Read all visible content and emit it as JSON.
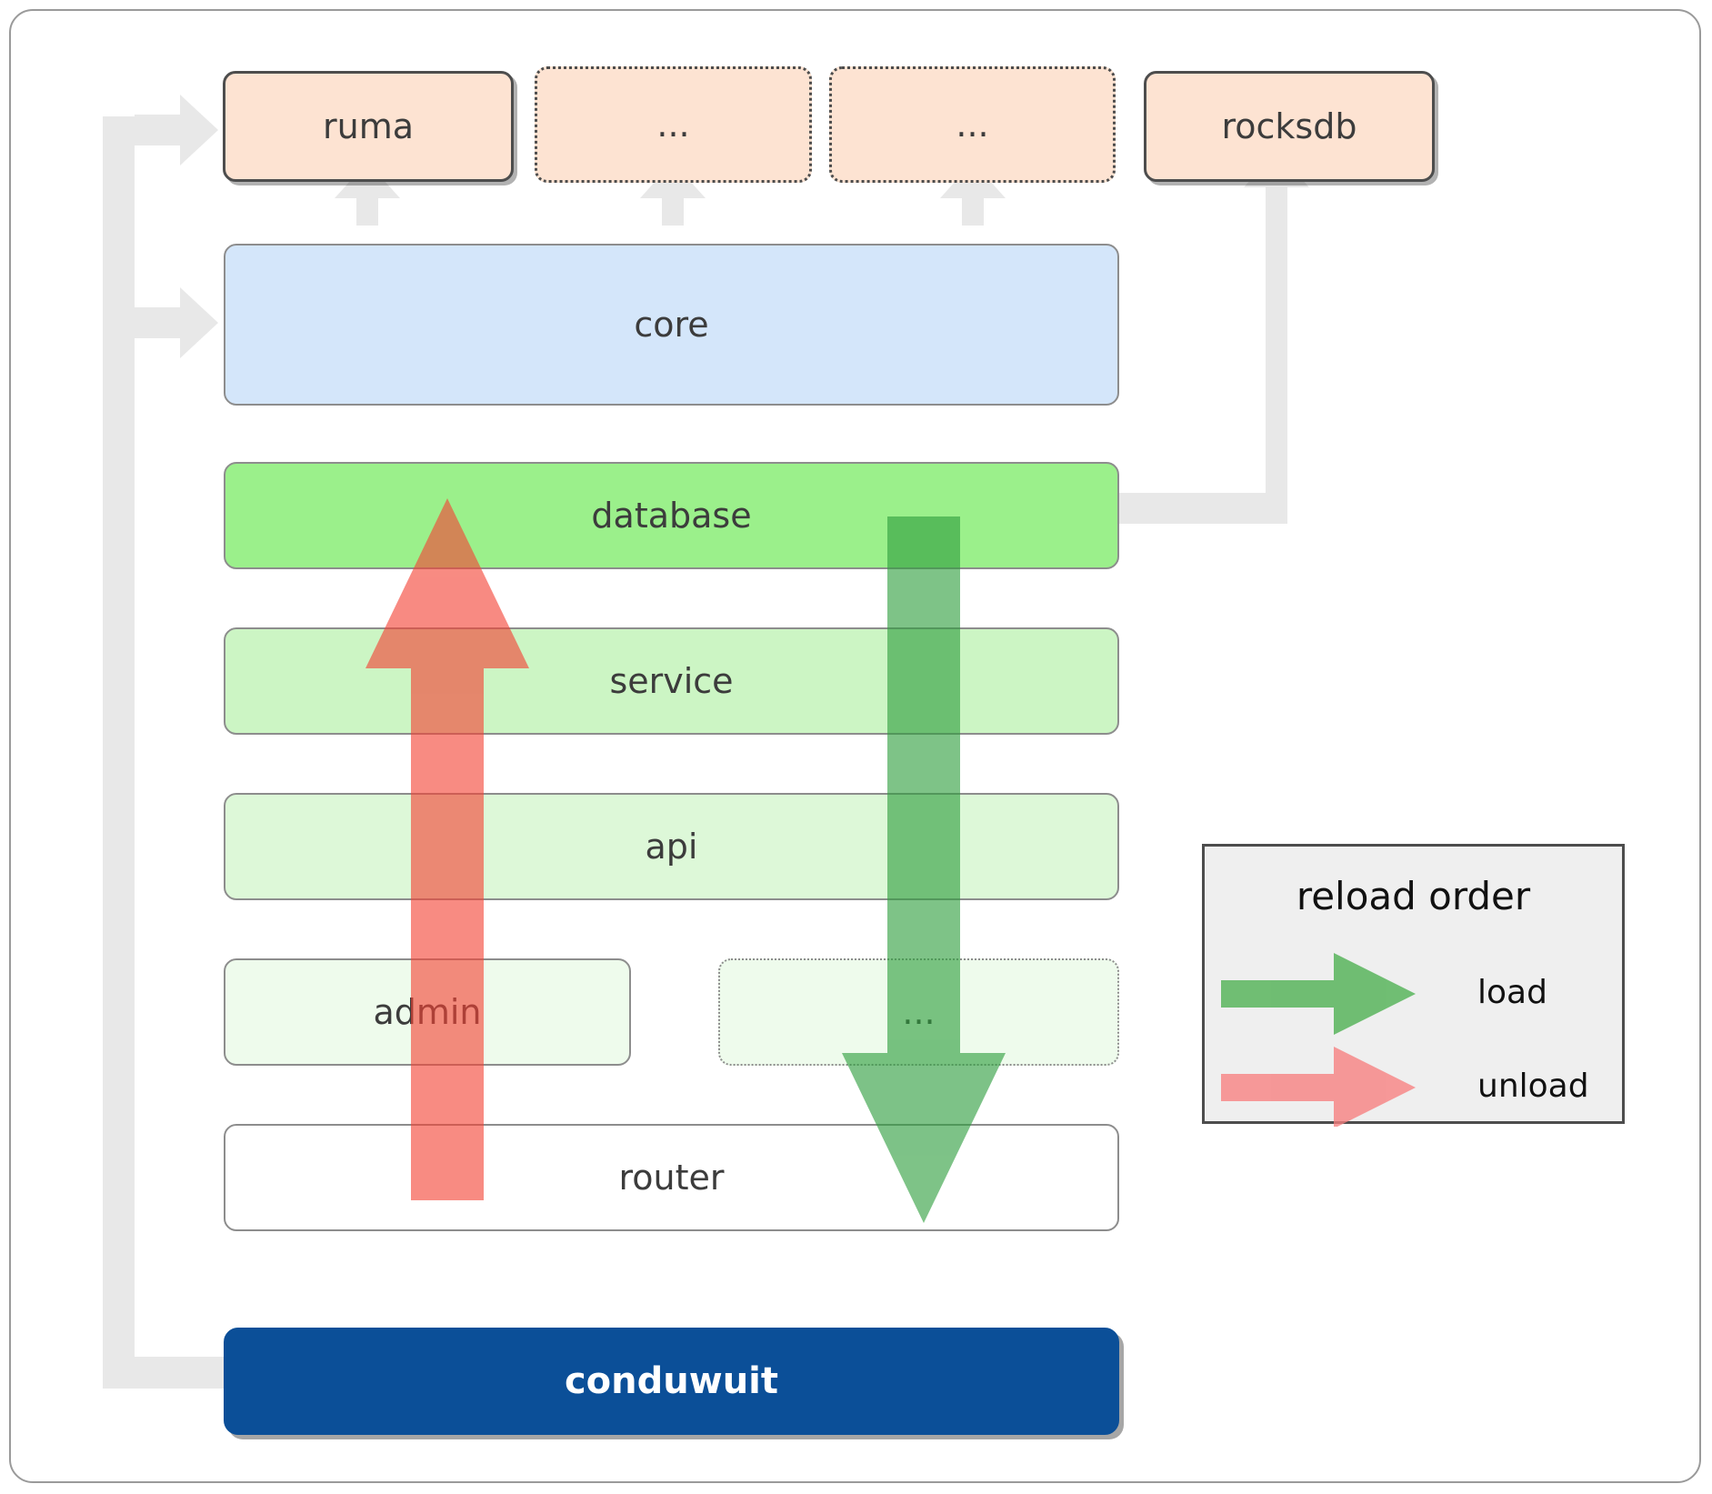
{
  "diagram": {
    "title": "conduwuit crate dependency and reload order",
    "background": "#ffffff",
    "frame_border": "#9a9a9a"
  },
  "external_row": [
    {
      "id": "ruma",
      "label": "ruma",
      "style": "solid",
      "fill": "#fde3d2"
    },
    {
      "id": "ext-dots-1",
      "label": "...",
      "style": "dotted",
      "fill": "#fde3d2"
    },
    {
      "id": "ext-dots-2",
      "label": "...",
      "style": "dotted",
      "fill": "#fde3d2"
    },
    {
      "id": "rocksdb",
      "label": "rocksdb",
      "style": "solid",
      "fill": "#fde3d2"
    }
  ],
  "layers": [
    {
      "id": "core",
      "label": "core",
      "fill": "#d4e6fa",
      "border": "#8d8d8d",
      "style": "solid"
    },
    {
      "id": "database",
      "label": "database",
      "fill": "#9bf08b",
      "border": "#8d8d8d",
      "style": "solid"
    },
    {
      "id": "service",
      "label": "service",
      "fill": "#ccf5c4",
      "border": "#8d8d8d",
      "style": "solid"
    },
    {
      "id": "api",
      "label": "api",
      "fill": "#ddf8d8",
      "border": "#8d8d8d",
      "style": "solid"
    },
    {
      "id": "admin",
      "label": "admin",
      "fill": "#eefbec",
      "border": "#8d8d8d",
      "style": "solid"
    },
    {
      "id": "layer-dots",
      "label": "...",
      "fill": "#eefbec",
      "border": "#8d8d8d",
      "style": "dotted"
    },
    {
      "id": "router",
      "label": "router",
      "fill": "#ffffff",
      "border": "#8d8d8d",
      "style": "solid"
    }
  ],
  "root": {
    "id": "conduwuit",
    "label": "conduwuit",
    "fill": "#0b4f98",
    "text_color": "#ffffff"
  },
  "legend": {
    "title": "reload order",
    "entries": [
      {
        "id": "load",
        "label": "load",
        "color": "#4caf50"
      },
      {
        "id": "unload",
        "label": "unload",
        "color": "#f77f7f"
      }
    ],
    "background": "#efefef",
    "border": "#4d4d4d"
  },
  "flow_arrows": [
    {
      "id": "unload-arrow",
      "direction": "up",
      "color": "#f77f7f",
      "label": "unload"
    },
    {
      "id": "load-arrow",
      "direction": "down",
      "color": "#4caf50",
      "label": "load"
    }
  ],
  "connectors": {
    "color": "#e8e8e8",
    "edges": [
      {
        "from": "conduwuit",
        "to": "ruma"
      },
      {
        "from": "conduwuit",
        "to": "core"
      },
      {
        "from": "core",
        "to": "ruma"
      },
      {
        "from": "core",
        "to": "ext-dots-1"
      },
      {
        "from": "core",
        "to": "ext-dots-2"
      },
      {
        "from": "database",
        "to": "rocksdb"
      }
    ]
  }
}
